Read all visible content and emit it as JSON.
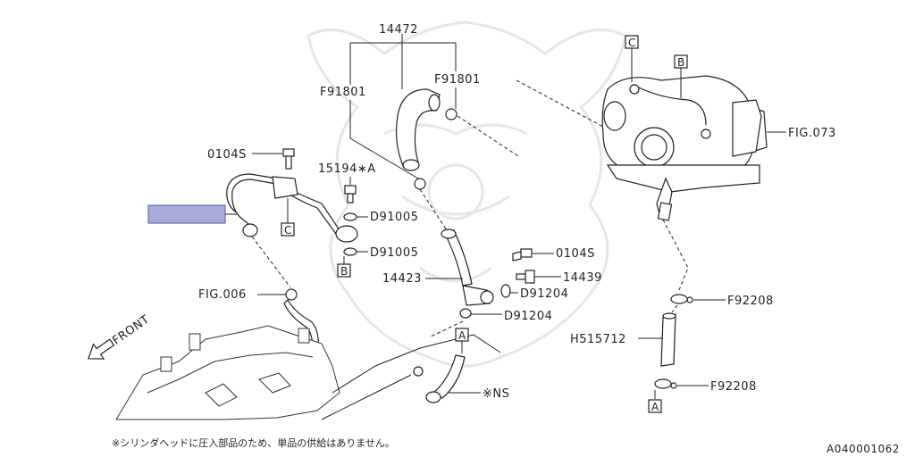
{
  "labels": {
    "p14472": "14472",
    "f91801_left": "F91801",
    "f91801_right": "F91801",
    "p0104s_left": "0104S",
    "p15194": "15194∗A",
    "d91005_upper": "D91005",
    "d91005_lower": "D91005",
    "fig006": "FIG.006",
    "fig073": "FIG.073",
    "p0104s_right": "0104S",
    "p14439": "14439",
    "p14423": "14423",
    "d91204_upper": "D91204",
    "d91204_lower": "D91204",
    "f92208_upper": "F92208",
    "f92208_lower": "F92208",
    "h515712": "H515712",
    "ns": "※NS",
    "front": "FRONT"
  },
  "ref_boxes": {
    "c_top": "C",
    "b_top": "B",
    "c_left": "C",
    "b_left": "B",
    "a_mid": "A",
    "a_bottom": "A"
  },
  "footnote": "※シリンダヘッドに圧入部品のため、単品の供給はありません。",
  "diagram_code": "A040001062",
  "colors": {
    "highlight_fill": "#a7acd8",
    "highlight_stroke": "#555a8c",
    "line": "#222222"
  }
}
